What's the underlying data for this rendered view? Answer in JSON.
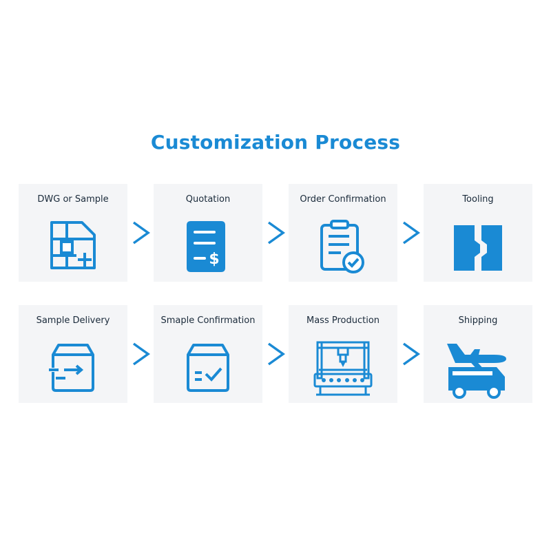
{
  "title": "Customization Process",
  "colors": {
    "accent": "#1a8ad4",
    "card_background": "#f4f5f7",
    "label": "#1a2a3a"
  },
  "steps": [
    {
      "label": "DWG or Sample",
      "icon": "blueprint-plus-icon"
    },
    {
      "label": "Quotation",
      "icon": "invoice-dollar-icon"
    },
    {
      "label": "Order Confirmation",
      "icon": "clipboard-check-icon"
    },
    {
      "label": "Tooling",
      "icon": "mold-tooling-icon"
    },
    {
      "label": "Sample Delivery",
      "icon": "box-arrow-icon"
    },
    {
      "label": "Smaple Confirmation",
      "icon": "box-check-icon"
    },
    {
      "label": "Mass Production",
      "icon": "cnc-machine-icon"
    },
    {
      "label": "Shipping",
      "icon": "plane-truck-icon"
    }
  ]
}
